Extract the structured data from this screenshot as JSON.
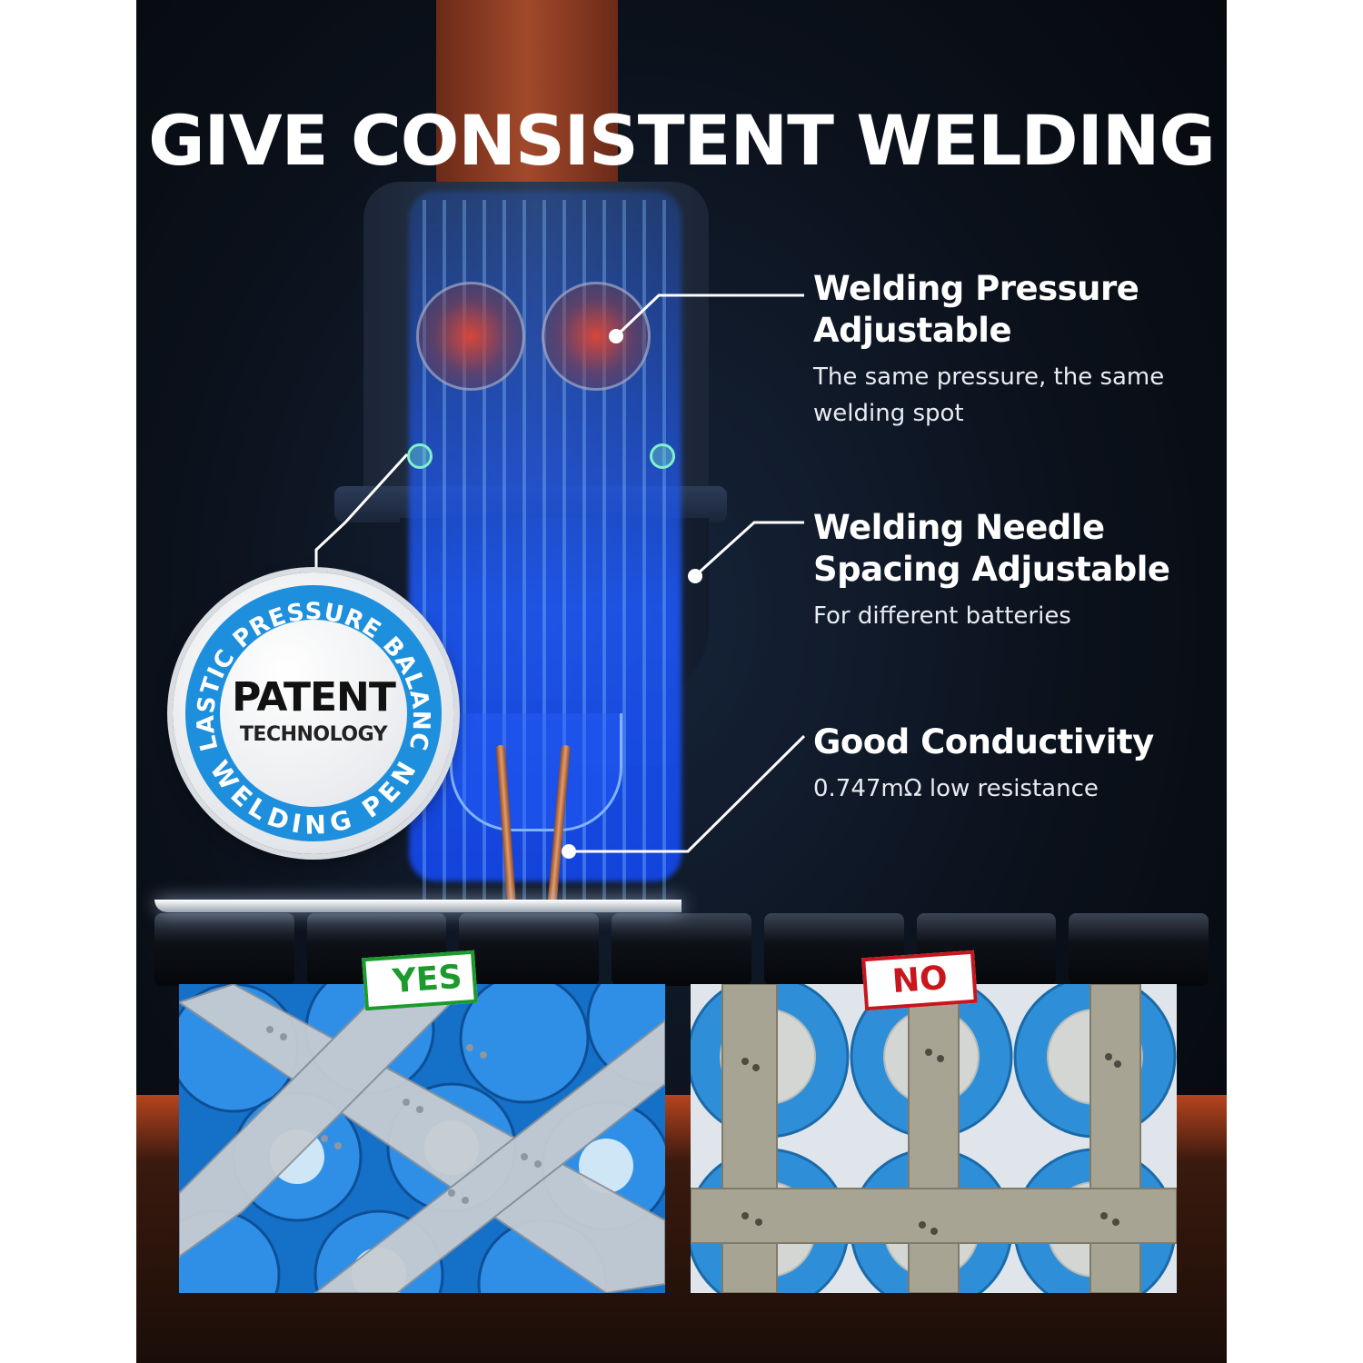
{
  "headline": "GIVE CONSISTENT WELDING",
  "badge": {
    "ring_top_text": "ELASTIC PRESSURE BALANCE",
    "ring_bottom_text": "WELDING PEN",
    "main_text": "PATENT",
    "sub_text": "TECHNOLOGY"
  },
  "features": [
    {
      "title_line1": "Welding Pressure",
      "title_line2": "Adjustable",
      "description": "The same pressure, the same welding spot"
    },
    {
      "title_line1": "Welding Needle",
      "title_line2": "Spacing Adjustable",
      "description": "For different batteries"
    },
    {
      "title_line1": "Good Conductivity",
      "title_line2": "",
      "description": "0.747mΩ low resistance"
    }
  ],
  "comparison": {
    "good_label": "YES",
    "bad_label": "NO"
  },
  "colors": {
    "accent_blue": "#1e8fdc",
    "yes_green": "#1d9a2e",
    "no_red": "#c8161d",
    "pen_orange": "#a2492b"
  }
}
